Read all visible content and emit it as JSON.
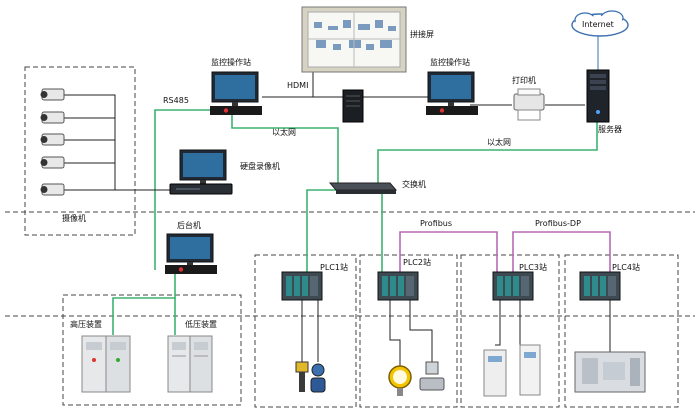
{
  "colors": {
    "ethernet": "#3cb371",
    "profibus": "#b56ab5",
    "cable": "#222222",
    "dashed": "#444444",
    "plc_body": "#3d4a52",
    "plc_module": "#2e8b8b"
  },
  "labels": {
    "splice_screen": "拼接屏",
    "hdmi": "HDMI",
    "workstation_left": "监控操作站",
    "workstation_right": "监控操作站",
    "printer": "打印机",
    "internet": "Internet",
    "server": "服务器",
    "rs485": "RS485",
    "ethernet_left": "以太网",
    "ethernet_right": "以太网",
    "nvr": "硬盘录像机",
    "switch": "交换机",
    "camera": "摄像机",
    "backend": "后台机",
    "profibus": "Profibus",
    "profibus_dp": "Profibus-DP",
    "plc1": "PLC1站",
    "plc2": "PLC2站",
    "plc3": "PLC3站",
    "plc4": "PLC4站",
    "hv_device": "高压装置",
    "lv_device": "低压装置"
  }
}
